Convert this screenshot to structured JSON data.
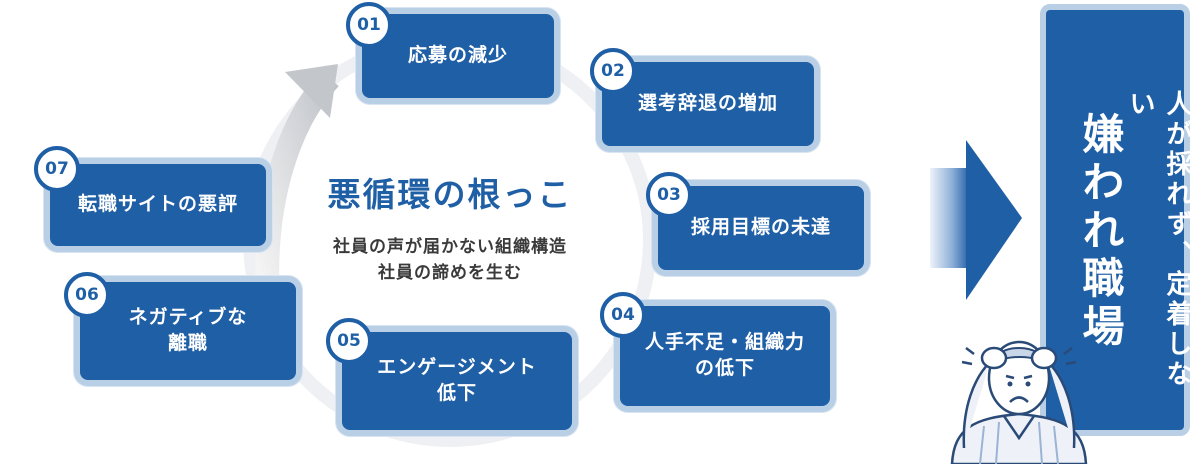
{
  "diagram": {
    "center": {
      "title": "悪循環の根っこ",
      "line1": "社員の声が届かない組織構造",
      "line2": "社員の諦めを生む"
    },
    "steps": [
      {
        "number": "01",
        "label": "応募の減少"
      },
      {
        "number": "02",
        "label": "選考辞退の増加"
      },
      {
        "number": "03",
        "label": "採用目標の未達"
      },
      {
        "number": "04",
        "label": "人手不足・組織力\nの低下"
      },
      {
        "number": "05",
        "label": "エンゲージメント\n低下"
      },
      {
        "number": "06",
        "label": "ネガティブな\n離職"
      },
      {
        "number": "07",
        "label": "転職サイトの悪評"
      }
    ],
    "result": {
      "line1": "人が採れず、定着しない",
      "line2": "嫌われ職場"
    },
    "colors": {
      "primary": "#1f5fa6",
      "card_border": "#b9cfe6",
      "ring": "#e6e9ee",
      "arrow_dark": "#1f5fa6",
      "arrow_light": "#dfe9f5"
    },
    "icons": [
      "cycle-ring",
      "cycle-arrow-icon",
      "big-right-arrow-icon",
      "stressed-man-icon"
    ]
  }
}
